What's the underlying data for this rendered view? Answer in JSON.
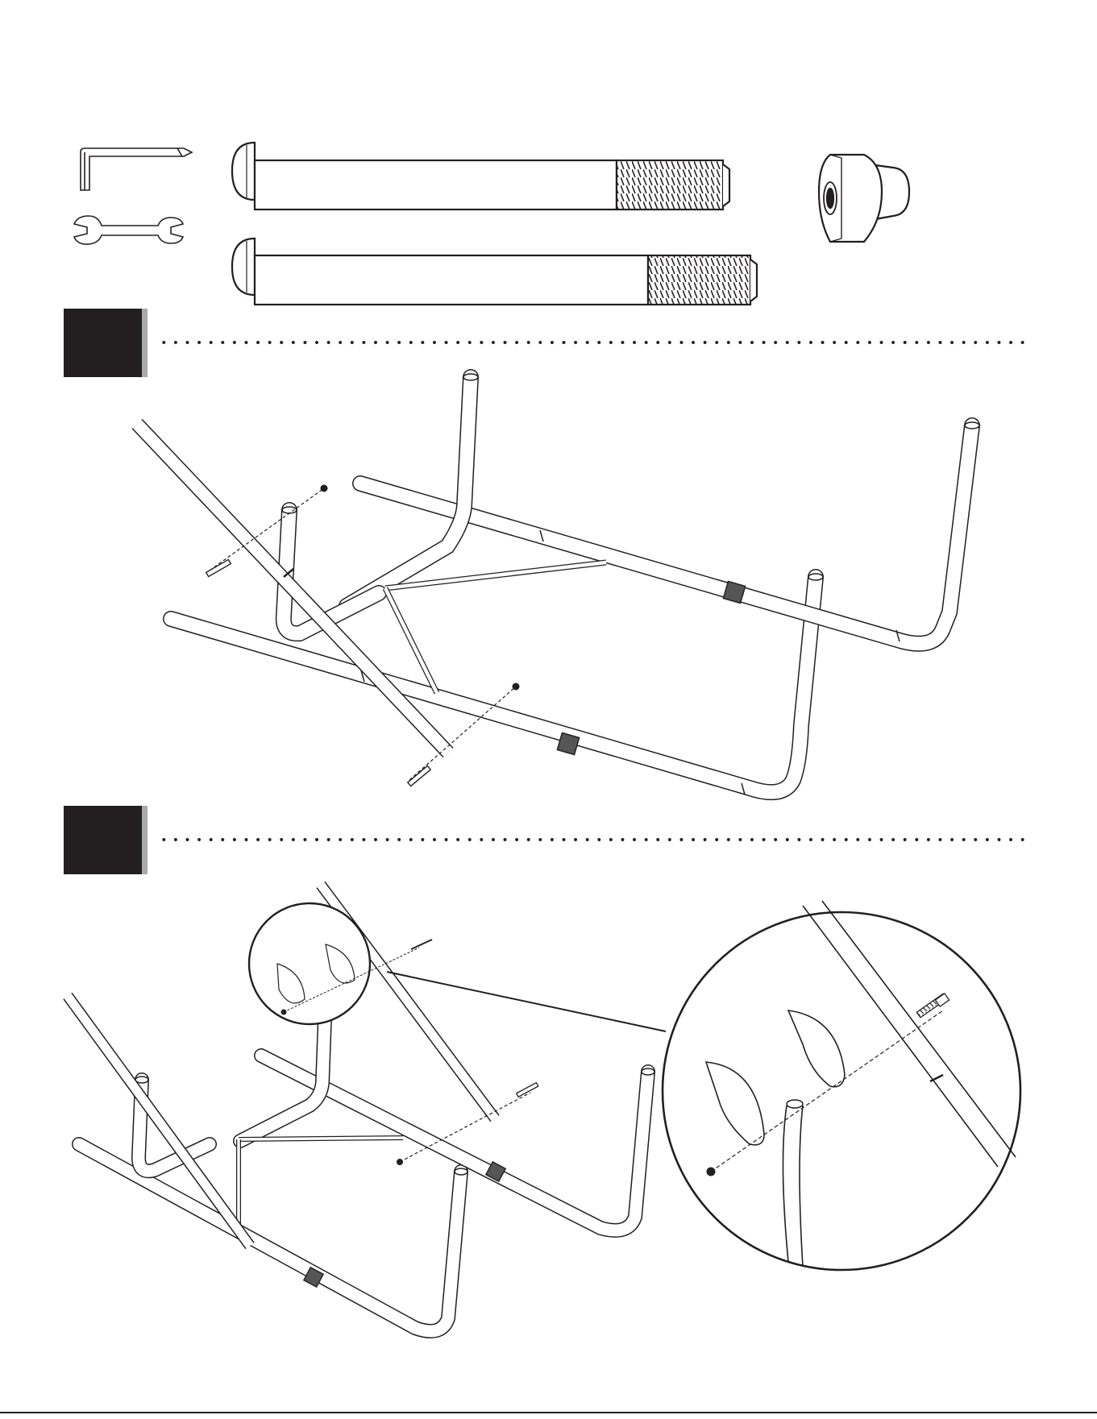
{
  "document": {
    "type": "assembly-instructions-page",
    "page_code": "",
    "hardware": [
      {
        "name": "allen-wrench-icon"
      },
      {
        "name": "open-end-wrench-icon"
      },
      {
        "name": "short-bolt"
      },
      {
        "name": "long-bolt"
      },
      {
        "name": "lock-nut"
      }
    ],
    "steps": [
      {
        "number": "",
        "label": "step-1"
      },
      {
        "number": "",
        "label": "step-2"
      }
    ]
  }
}
